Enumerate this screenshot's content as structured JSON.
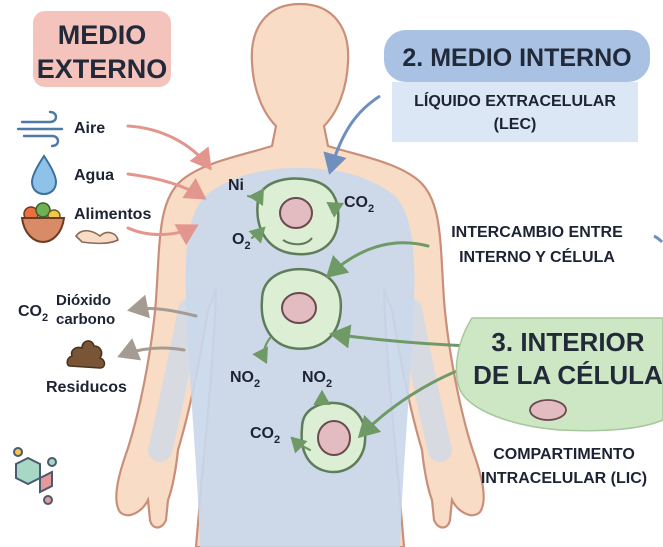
{
  "medio_externo": {
    "title_line1": "MEDIO",
    "title_line2": "EXTERNO",
    "inputs": [
      {
        "label": "Aire",
        "icon": "wind-icon"
      },
      {
        "label": "Agua",
        "icon": "water-drop-icon"
      },
      {
        "label": "Alimentos",
        "icon": "food-bowl-icon"
      }
    ],
    "outputs": {
      "co2_symbol": "CO",
      "co2_sub": "2",
      "co2_name_line1": "Dióxido",
      "co2_name_line2": "carbono",
      "waste_label": "Residucos",
      "waste_icon": "waste-icon"
    }
  },
  "medio_interno": {
    "title": "2. MEDIO INTERNO",
    "subtitle_line1": "LÍQUIDO EXTRACELULAR",
    "subtitle_line2": "(LEC)"
  },
  "intercambio": {
    "line1": "INTERCAMBIO ENTRE",
    "line2": "INTERNO  Y CÉLULA"
  },
  "interior": {
    "title_line1": "3. INTERIOR",
    "title_line2": "DE LA CÉLULA",
    "caption_line1": "COMPARTIMENTO",
    "caption_line2": "INTRACELULAR (LIC)"
  },
  "body_labels": {
    "ni": "Ni",
    "o2": "O",
    "o2_sub": "2",
    "co2_top": "CO",
    "co2_top_sub": "2",
    "no2_left": "NO",
    "no2_left_sub": "2",
    "no2_right": "NO",
    "no2_right_sub": "2",
    "co2_bottom": "CO",
    "co2_bottom_sub": "2"
  },
  "colors": {
    "skin": "#f8dcc6",
    "lec": "#c9d8ec",
    "cell": "#dcefd4",
    "nucleus": "#e2bcc0",
    "externo_bg": "#f4c3bc",
    "interno_bg": "#a9c2e3",
    "interior_bg": "#cde6c4"
  }
}
